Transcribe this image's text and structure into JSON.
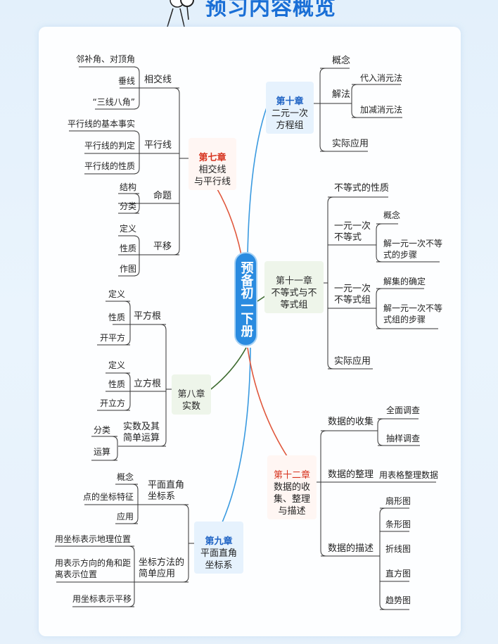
{
  "title": "预习内容概览",
  "center": "预备初一下册",
  "colors": {
    "red": "#d7341f",
    "blue": "#1f63c4",
    "dark": "#333333",
    "center_bg": "#2a8be0"
  },
  "ch7": {
    "num": "第七章",
    "name": "相交线\n与平行线",
    "t1": "相交线",
    "t1a": "邻补角、对顶角",
    "t1b": "垂线",
    "t1c": "“三线八角”",
    "t2": "平行线",
    "t2a": "平行线的基本事实",
    "t2b": "平行线的判定",
    "t2c": "平行线的性质",
    "t3": "命题",
    "t3a": "结构",
    "t3b": "分类",
    "t4": "平移",
    "t4a": "定义",
    "t4b": "性质",
    "t4c": "作图"
  },
  "ch8": {
    "num": "第八章",
    "name": "实数",
    "t1": "平方根",
    "t1a": "定义",
    "t1b": "性质",
    "t1c": "开平方",
    "t2": "立方根",
    "t2a": "定义",
    "t2b": "性质",
    "t2c": "开立方",
    "t3": "实数及其\n简单运算",
    "t3a": "分类",
    "t3b": "运算"
  },
  "ch9": {
    "num": "第九章",
    "name": "平面直角\n坐标系",
    "t1": "平面直角\n坐标系",
    "t1a": "概念",
    "t1b": "点的坐标特征",
    "t1c": "应用",
    "t2": "坐标方法的\n简单应用",
    "t2a": "用坐标表示地理位置",
    "t2b": "用表示方向的角和距\n离表示位置",
    "t2c": "用坐标表示平移"
  },
  "ch10": {
    "num": "第十章",
    "name": "二元一次\n方程组",
    "t1": "概念",
    "t2": "解法",
    "t2a": "代入消元法",
    "t2b": "加减消元法",
    "t3": "实际应用"
  },
  "ch11": {
    "num": "第十一章",
    "name": "不等式与不\n等式组",
    "t1": "不等式的性质",
    "t2": "一元一次\n不等式",
    "t2a": "概念",
    "t2b": "解一元一次不等\n式的步骤",
    "t3": "一元一次\n不等式组",
    "t3a": "解集的确定",
    "t3b": "解一元一次不等\n式组的步骤",
    "t4": "实际应用"
  },
  "ch12": {
    "num": "第十二章",
    "name": "数据的收\n集、整理\n与描述",
    "t1": "数据的收集",
    "t1a": "全面调查",
    "t1b": "抽样调查",
    "t2": "数据的整理",
    "t2a": "用表格整理数据",
    "t3": "数据的描述",
    "t3a": "扇形图",
    "t3b": "条形图",
    "t3c": "折线图",
    "t3d": "直方图",
    "t3e": "趋势图"
  }
}
